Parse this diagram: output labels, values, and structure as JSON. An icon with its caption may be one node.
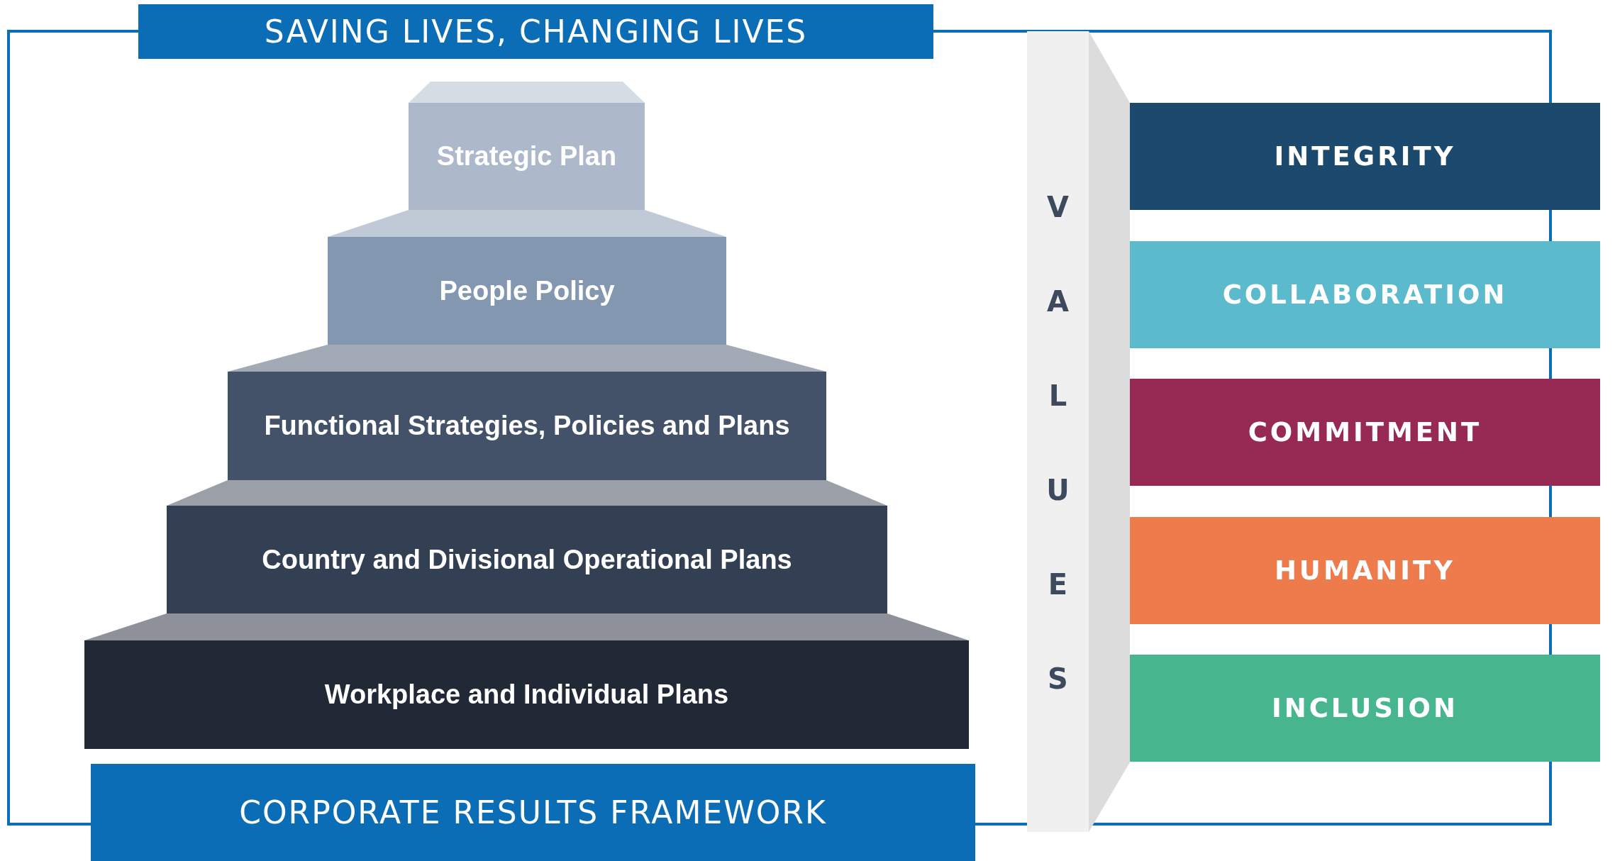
{
  "diagram": {
    "nodes": [
      {
        "text": [
          "SAVING LIVES, CHANGING LIVES"
        ]
      },
      {
        "text": [
          "Strategic Plan"
        ]
      },
      {
        "text": [
          "People Policy"
        ]
      },
      {
        "text": [
          "Functional Strategies, Policies and Plans"
        ]
      },
      {
        "text": [
          "Country and Divisional Operational Plans"
        ]
      },
      {
        "text": [
          "Workplace and Individual Plans"
        ]
      },
      {
        "text": [
          "CORPORATE RESULTS FRAMEWORK"
        ]
      },
      {
        "text": [
          "VALUES"
        ]
      },
      {
        "text": [
          "INTEGRITY"
        ]
      },
      {
        "text": [
          "COLLABORATION"
        ]
      },
      {
        "text": [
          "COMMITMENT"
        ]
      },
      {
        "text": [
          "HUMANITY"
        ]
      },
      {
        "text": [
          "INCLUSION"
        ]
      }
    ]
  }
}
